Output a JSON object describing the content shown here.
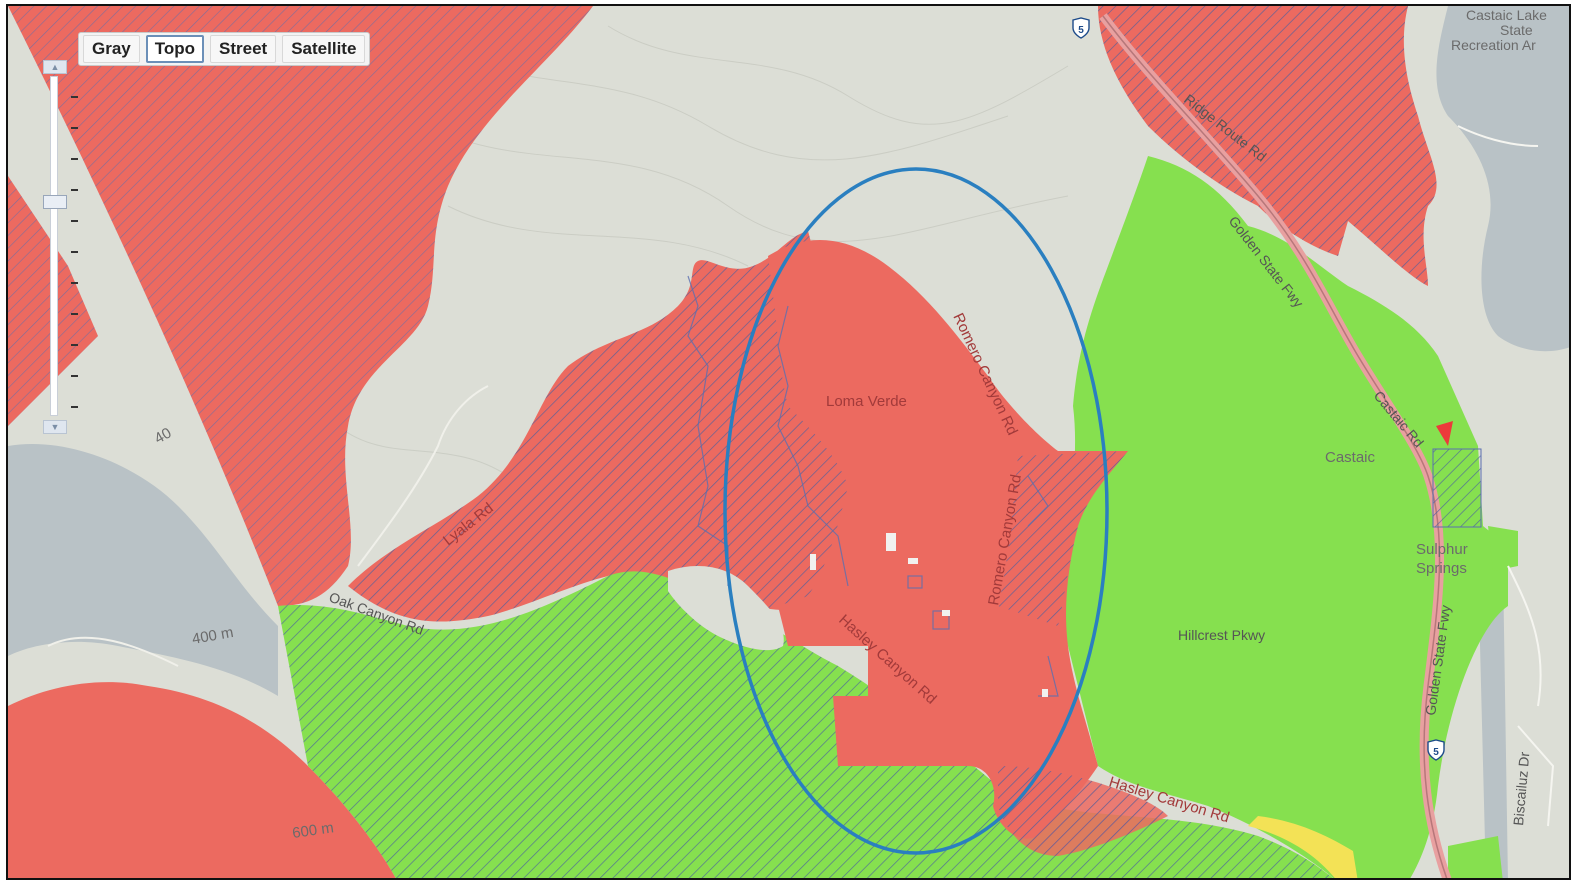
{
  "basemap_switcher": {
    "buttons": [
      {
        "label": "Gray"
      },
      {
        "label": "Topo",
        "active": true
      },
      {
        "label": "Street"
      },
      {
        "label": "Satellite"
      }
    ]
  },
  "zoom_slider": {
    "level_fraction": 0.37,
    "tick_count": 11
  },
  "labels": {
    "loma_verde": "Loma Verde",
    "romero_canyon_rd": "Romero Canyon Rd",
    "romero_canyon_rd_2": "Romero Canyon Rd",
    "hasley_canyon_rd": "Hasley Canyon Rd",
    "hasley_canyon_rd_2": "Hasley Canyon Rd",
    "lyala_rd": "Lyala Rd",
    "oak_canyon_rd": "Oak Canyon Rd",
    "golden_state_fwy": "Golden State Fwy",
    "golden_state_fwy_2": "Golden State Fwy",
    "castaic_rd": "Castaic Rd",
    "castaic": "Castaic",
    "hillcrest_pkwy": "Hillcrest Pkwy",
    "sulphur_springs_1": "Sulphur",
    "sulphur_springs_2": "Springs",
    "ridge_route_rd": "Ridge Route Rd",
    "castaic_lake_1": "Castaic Lake",
    "castaic_lake_2": "State",
    "castaic_lake_3": "Recreation Ar",
    "biscailuz_dr": "Biscailuz Dr",
    "elev_400_a": "400 m",
    "elev_400_b": "40",
    "elev_600": "600 m",
    "shield_5_top": "5",
    "shield_5_bottom": "5"
  },
  "colors": {
    "terrain": "#dcded6",
    "red_zone": "#ec6a60",
    "green_zone": "#86e04f",
    "hatch": "#5b6fb0",
    "highlight_ellipse": "#2a7fc0",
    "water": "#b9c2c6",
    "highway": "#e8a0a0",
    "yellow_road": "#f3e256"
  }
}
